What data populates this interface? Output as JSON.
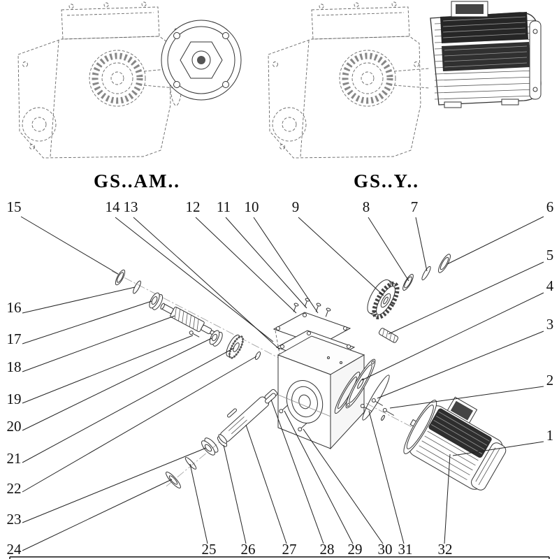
{
  "variants": [
    {
      "label": "GS..AM.."
    },
    {
      "label": "GS..Y.."
    }
  ],
  "callouts": [
    {
      "n": "1",
      "t": [
        787,
        630
      ],
      "l": [
        778,
        632,
        648,
        652
      ]
    },
    {
      "n": "2",
      "t": [
        787,
        551
      ],
      "l": [
        778,
        553,
        558,
        584
      ]
    },
    {
      "n": "3",
      "t": [
        787,
        471
      ],
      "l": [
        778,
        474,
        540,
        570
      ]
    },
    {
      "n": "4",
      "t": [
        787,
        416
      ],
      "l": [
        778,
        419,
        518,
        544
      ]
    },
    {
      "n": "5",
      "t": [
        787,
        372
      ],
      "l": [
        778,
        375,
        556,
        478
      ]
    },
    {
      "n": "6",
      "t": [
        787,
        303
      ],
      "l": [
        778,
        310,
        640,
        378
      ]
    },
    {
      "n": "7",
      "t": [
        593,
        303
      ],
      "l": [
        595,
        311,
        611,
        388
      ]
    },
    {
      "n": "8",
      "t": [
        524,
        303
      ],
      "l": [
        527,
        311,
        585,
        402
      ]
    },
    {
      "n": "9",
      "t": [
        423,
        303
      ],
      "l": [
        427,
        311,
        549,
        423
      ]
    },
    {
      "n": "10",
      "t": [
        360,
        303
      ],
      "l": [
        363,
        311,
        455,
        448
      ]
    },
    {
      "n": "11",
      "t": [
        320,
        303
      ],
      "l": [
        323,
        311,
        439,
        441
      ]
    },
    {
      "n": "12",
      "t": [
        276,
        303
      ],
      "l": [
        280,
        311,
        424,
        448
      ]
    },
    {
      "n": "13",
      "t": [
        187,
        303
      ],
      "l": [
        191,
        311,
        400,
        500
      ]
    },
    {
      "n": "14",
      "t": [
        161,
        303
      ],
      "l": [
        165,
        311,
        391,
        489
      ]
    },
    {
      "n": "15",
      "t": [
        20,
        303
      ],
      "l": [
        30,
        310,
        169,
        392
      ]
    },
    {
      "n": "16",
      "t": [
        20,
        447
      ],
      "l": [
        32,
        448,
        193,
        411
      ]
    },
    {
      "n": "17",
      "t": [
        20,
        492
      ],
      "l": [
        32,
        492,
        217,
        431
      ]
    },
    {
      "n": "18",
      "t": [
        20,
        532
      ],
      "l": [
        32,
        532,
        250,
        452
      ]
    },
    {
      "n": "19",
      "t": [
        20,
        578
      ],
      "l": [
        32,
        577,
        276,
        480
      ]
    },
    {
      "n": "20",
      "t": [
        20,
        617
      ],
      "l": [
        32,
        616,
        303,
        484
      ]
    },
    {
      "n": "21",
      "t": [
        20,
        663
      ],
      "l": [
        32,
        662,
        335,
        498
      ]
    },
    {
      "n": "22",
      "t": [
        20,
        706
      ],
      "l": [
        32,
        704,
        367,
        510
      ]
    },
    {
      "n": "23",
      "t": [
        20,
        750
      ],
      "l": [
        32,
        748,
        295,
        641
      ]
    },
    {
      "n": "24",
      "t": [
        20,
        793
      ],
      "l": [
        32,
        788,
        246,
        686
      ]
    },
    {
      "n": "25",
      "t": [
        299,
        793
      ],
      "l": [
        297,
        778,
        272,
        664
      ]
    },
    {
      "n": "26",
      "t": [
        355,
        793
      ],
      "l": [
        352,
        778,
        320,
        637
      ]
    },
    {
      "n": "27",
      "t": [
        414,
        793
      ],
      "l": [
        410,
        778,
        352,
        608
      ]
    },
    {
      "n": "28",
      "t": [
        468,
        793
      ],
      "l": [
        463,
        778,
        388,
        572
      ]
    },
    {
      "n": "29",
      "t": [
        508,
        793
      ],
      "l": [
        505,
        778,
        407,
        588
      ]
    },
    {
      "n": "30",
      "t": [
        551,
        793
      ],
      "l": [
        548,
        778,
        434,
        614
      ]
    },
    {
      "n": "31",
      "t": [
        580,
        793
      ],
      "l": [
        578,
        778,
        528,
        588
      ]
    },
    {
      "n": "32",
      "t": [
        637,
        793
      ],
      "l": [
        636,
        778,
        644,
        650
      ]
    }
  ]
}
